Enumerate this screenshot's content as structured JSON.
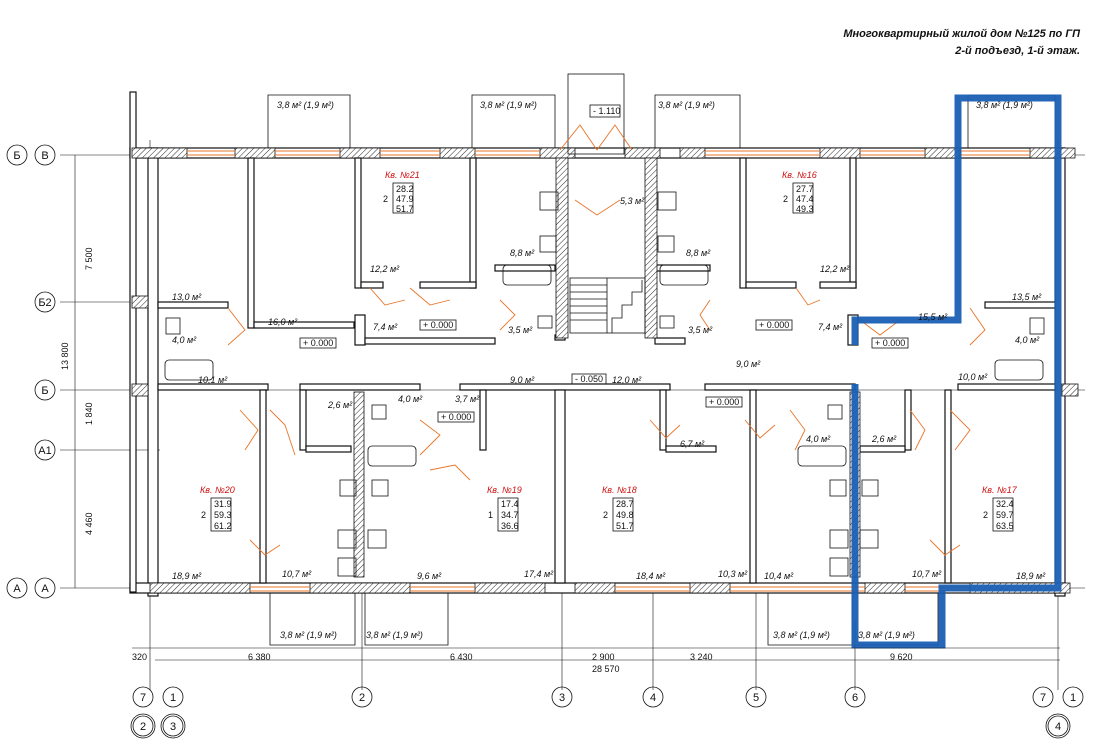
{
  "header": {
    "line1": "Многоквартирный жилой дом №125 по ГП",
    "line2": "2-й подъезд, 1-й этаж."
  },
  "axes": {
    "left_outer": [
      "Б",
      "Б2",
      "Б",
      "А1",
      "А"
    ],
    "left_inner": [
      "В",
      "А"
    ],
    "bottom": [
      "7",
      "1",
      "2",
      "3",
      "4",
      "5",
      "6",
      "7",
      "1"
    ],
    "bottom_circled": [
      "2",
      "3",
      "4"
    ]
  },
  "dimensions": {
    "left": [
      "7 500",
      "13 800",
      "1 840",
      "4 460"
    ],
    "bottom_row1": [
      "320",
      "6 380",
      "6 430",
      "2 900",
      "3 240",
      "9 620"
    ],
    "bottom_total": "28 570"
  },
  "balconies": {
    "top": [
      "3,8 м² (1,9 м²)",
      "3,8 м² (1,9 м²)",
      "3,8 м² (1,9 м²)",
      "3,8 м² (1,9 м²)"
    ],
    "bottom": [
      "3,8 м² (1,9 м²)",
      "3,8 м² (1,9 м²)",
      "3,8 м² (1,9 м²)",
      "3,8 м² (1,9 м²)"
    ]
  },
  "levels": {
    "pit": "- 1.110",
    "zero": "+ 0.000",
    "minus": "- 0.050"
  },
  "apartments": [
    {
      "label": "Кв. №21",
      "rooms": "2",
      "a": "28.2",
      "b": "47.9",
      "c": "51.7"
    },
    {
      "label": "Кв. №16",
      "rooms": "2",
      "a": "27.7",
      "b": "47.4",
      "c": "49.3"
    },
    {
      "label": "Кв. №20",
      "rooms": "2",
      "a": "31.9",
      "b": "59.3",
      "c": "61.2"
    },
    {
      "label": "Кв. №19",
      "rooms": "1",
      "a": "17.4",
      "b": "34.7",
      "c": "36.6"
    },
    {
      "label": "Кв. №18",
      "rooms": "2",
      "a": "28.7",
      "b": "49.8",
      "c": "51.7"
    },
    {
      "label": "Кв. №17",
      "rooms": "2",
      "a": "32.4",
      "b": "59.7",
      "c": "63.5"
    }
  ],
  "areas": {
    "a1": "13,0 м²",
    "a2": "16,0 м²",
    "a3": "12,2 м²",
    "a4": "8,8 м²",
    "a5": "7,4 м²",
    "a6": "3,5 м²",
    "a7": "5,3 м²",
    "a8": "8,8 м²",
    "a9": "12,2 м²",
    "a10": "3,5 м²",
    "a11": "7,4 м²",
    "a12": "15,5 м²",
    "a13": "13,5 м²",
    "a14": "4,0 м²",
    "a15": "4,0 м²",
    "a16": "9,0 м²",
    "a17": "10,1 м²",
    "a18": "9,0 м²",
    "a19": "12,0 м²",
    "a20": "10,0 м²",
    "a21": "2,6 м²",
    "a22": "4,0 м²",
    "a23": "3,7 м²",
    "a24": "6,7 м²",
    "a25": "4,0 м²",
    "a26": "2,6 м²",
    "a27": "18,9 м²",
    "a28": "10,7 м²",
    "a29": "9,6 м²",
    "a30": "17,4 м²",
    "a31": "18,4 м²",
    "a32": "10,3 м²",
    "a33": "10,4 м²",
    "a34": "10,7 м²",
    "a35": "18,9 м²"
  },
  "colors": {
    "highlight": "#1a5fb4",
    "doors": "#e8752a",
    "apartment_label": "#d01010"
  }
}
